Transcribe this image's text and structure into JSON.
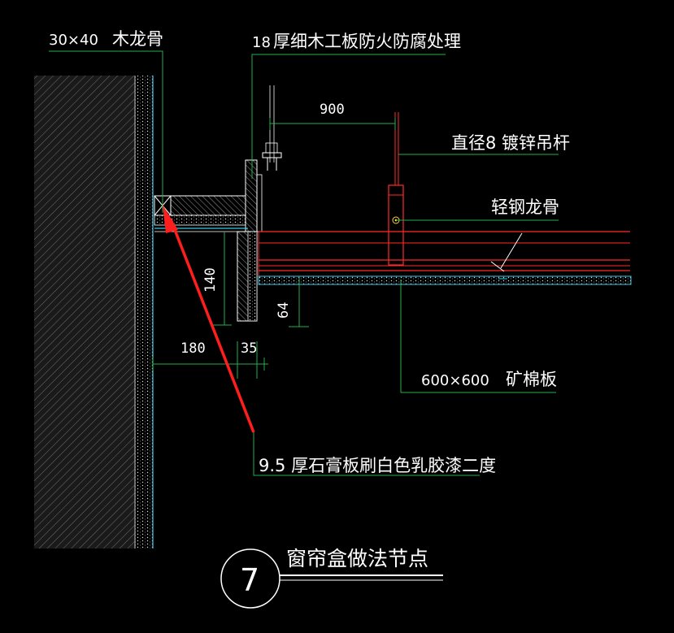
{
  "labels": {
    "wood_keel_size": "30×40",
    "wood_keel_name": "木龙骨",
    "board_thickness": "18",
    "board_desc": "厚细木工板防火防腐处理",
    "rod_desc": "直径8 镀锌吊杆",
    "steel_keel": "轻钢龙骨",
    "mineral_size": "600×600",
    "mineral_name": "矿棉板",
    "gypsum_desc": "9.5  厚石膏板刷白色乳胶漆二度",
    "title": "窗帘盒做法节点",
    "detail_number": "7"
  },
  "dimensions": {
    "d900": "900",
    "d140": "140",
    "d64": "64",
    "d180": "180",
    "d35": "35"
  },
  "colors": {
    "background": "#000000",
    "leader_green": "#22b14c",
    "wall_hatch": "#7a7a7a",
    "red_line": "#ff2a2a",
    "cyan_line": "#38c8e6",
    "arrow_red": "#ff1e1e",
    "white": "#ffffff"
  }
}
